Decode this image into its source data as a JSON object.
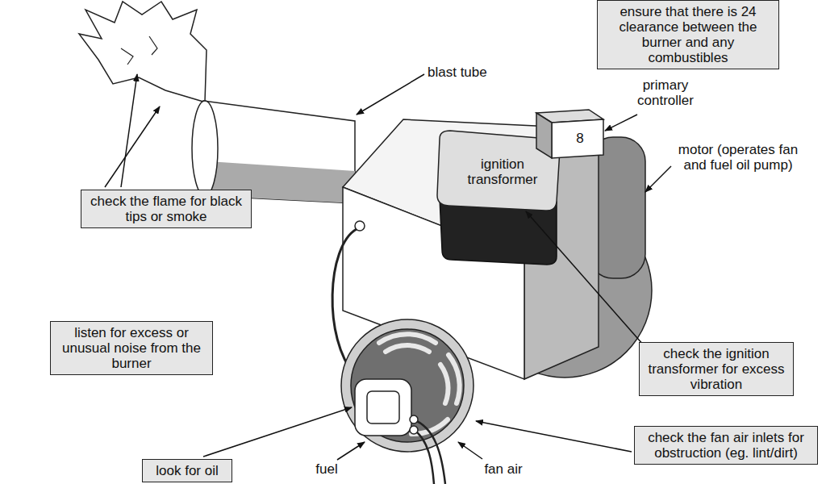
{
  "diagram": {
    "nodes": [
      {
        "text": [
          "ensure that there is 24 clearance between the burner and any combustibles"
        ]
      },
      {
        "text": [
          "check the flame for black tips or smoke"
        ]
      },
      {
        "text": [
          "listen for excess or unusual noise from the burner"
        ]
      },
      {
        "text": [
          "check the ignition transformer for excess vibration"
        ]
      },
      {
        "text": [
          "check the fan air inlets for obstruction (eg. lint/dirt)"
        ]
      },
      {
        "text": [
          "look for oil"
        ]
      }
    ],
    "labels": [
      "blast tube",
      "primary controller",
      "motor (operates fan and fuel oil pump)",
      "ignition transformer",
      "8",
      "fuel",
      "fan air"
    ]
  }
}
